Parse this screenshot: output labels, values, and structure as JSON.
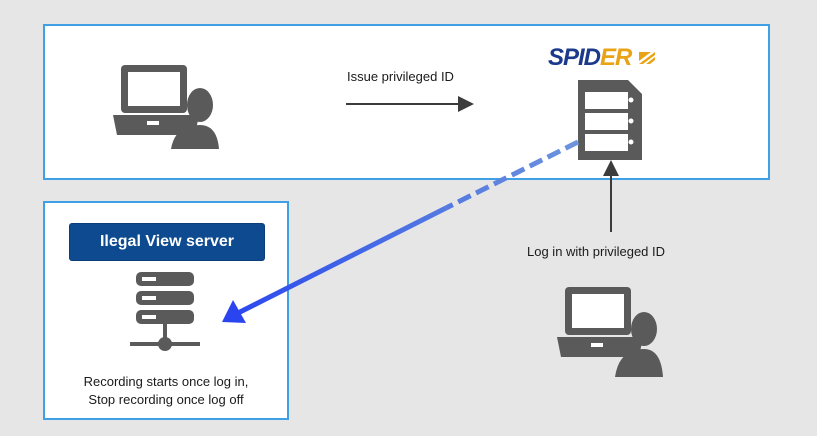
{
  "top_panel": {
    "issue_label": "Issue privileged ID",
    "logo_main": "SPID",
    "logo_accent": "ER"
  },
  "login_label": "Log in with privileged ID",
  "server_panel": {
    "title": "Ilegal View server",
    "caption_line1": "Recording starts once log in,",
    "caption_line2": "Stop recording once log off"
  },
  "icons": {
    "admin_user": "laptop-user-icon",
    "spider_server": "server-icon",
    "remote_user": "laptop-user-icon",
    "view_server": "network-server-icon"
  },
  "colors": {
    "panel_border": "#3fa0e6",
    "icon_gray": "#5a5a5a",
    "title_bg": "#0d4a8f",
    "record_arrow": "#2f5be0"
  }
}
